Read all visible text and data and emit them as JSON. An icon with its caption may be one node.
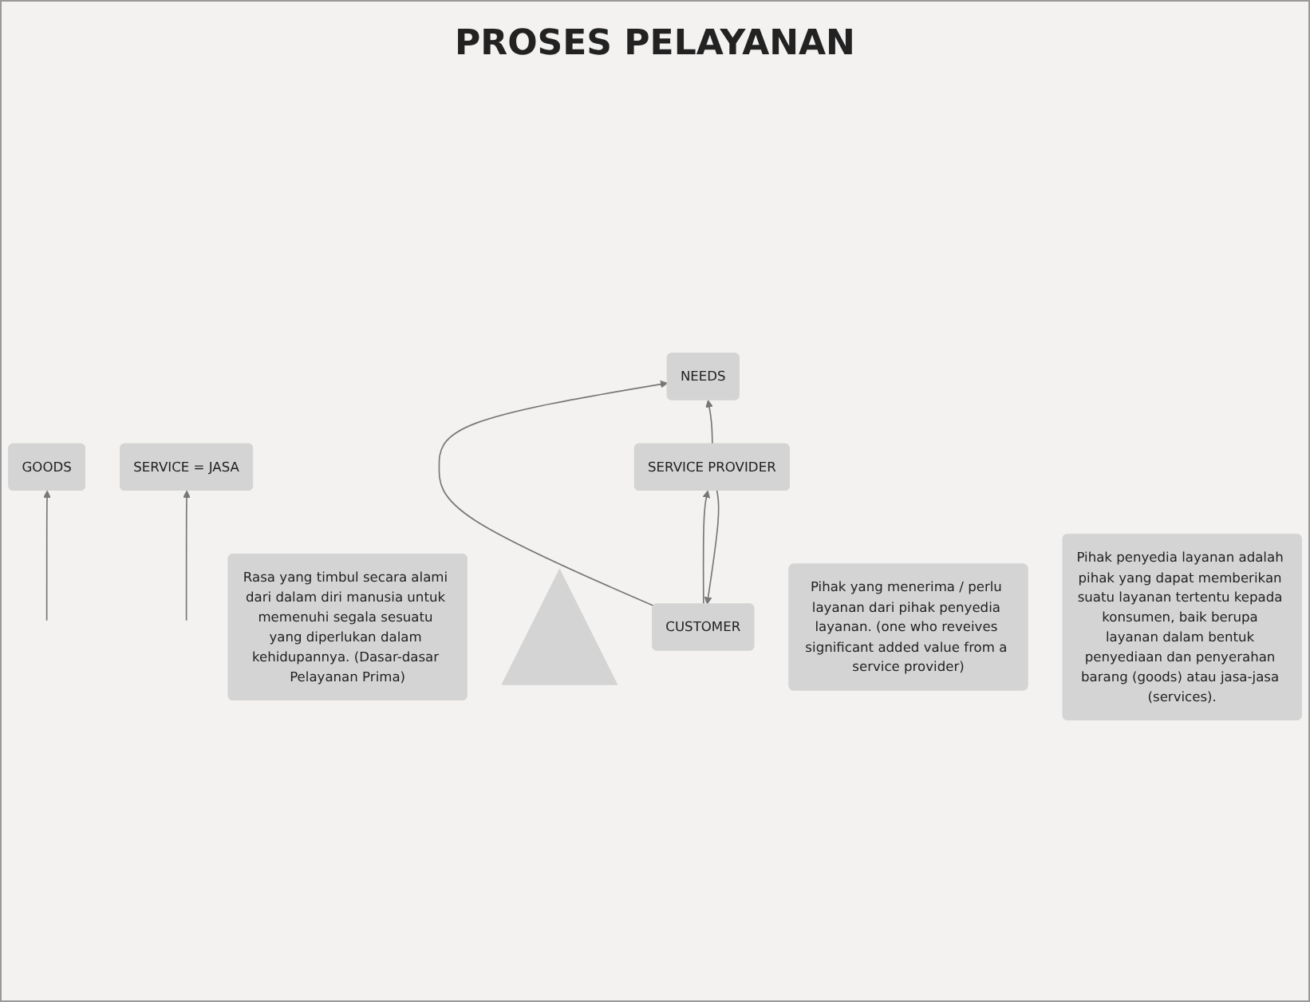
{
  "diagram": {
    "title": "PROSES PELAYANAN",
    "nodes": [
      {
        "text": [
          "Rasa yang timbul secara alami dari dalam diri manusia untuk memenuhi segala sesuatu yang diperlukan dalam kehidupannya. (Dasar-dasar Pelayanan Prima)"
        ]
      },
      {
        "text": [
          "NEEDS"
        ]
      },
      {
        "text": [
          "GOODS"
        ]
      },
      {
        "text": [
          "SERVICE = JASA"
        ]
      },
      {
        "text": [],
        "shape": "triangle"
      },
      {
        "text": [
          "CUSTOMER"
        ]
      },
      {
        "text": [
          "SERVICE PROVIDER"
        ]
      },
      {
        "text": [
          "Pihak yang menerima / perlu layanan dari pihak penyedia layanan. (one who reveives significant added value from a service provider)"
        ]
      },
      {
        "text": [
          "Pihak penyedia layanan adalah pihak yang dapat memberikan suatu layanan tertentu kepada konsumen, baik berupa layanan dalam bentuk penyediaan dan penyerahan barang (goods) atau jasa-jasa (services)."
        ]
      }
    ],
    "edges": [
      {
        "from": null,
        "to": 2,
        "arrow": "to"
      },
      {
        "from": null,
        "to": 3,
        "arrow": "to"
      },
      {
        "from": 5,
        "to": 1,
        "arrow": "to"
      },
      {
        "from": 6,
        "to": 1,
        "arrow": "to"
      },
      {
        "from": 6,
        "to": 5,
        "arrow": "to"
      },
      {
        "from": 5,
        "to": 6,
        "arrow": "to"
      }
    ]
  }
}
